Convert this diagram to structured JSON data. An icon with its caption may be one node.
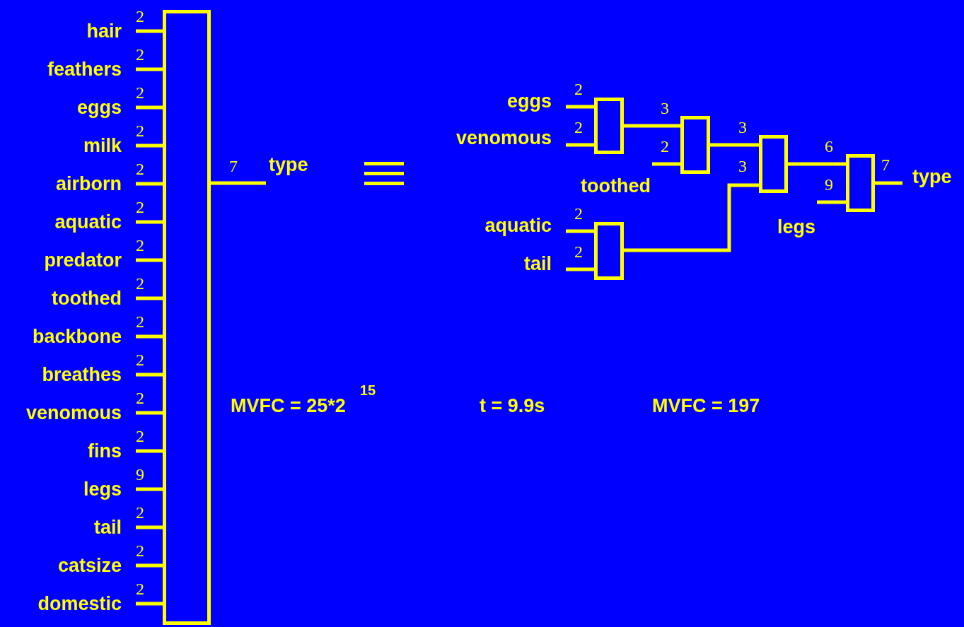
{
  "diagram": {
    "nodes": [
      {
        "text": [
          "hair"
        ]
      },
      {
        "text": [
          "feathers"
        ]
      },
      {
        "text": [
          "eggs"
        ]
      },
      {
        "text": [
          "milk"
        ]
      },
      {
        "text": [
          "airborn"
        ]
      },
      {
        "text": [
          "aquatic"
        ]
      },
      {
        "text": [
          "predator"
        ]
      },
      {
        "text": [
          "toothed"
        ]
      },
      {
        "text": [
          "backbone"
        ]
      },
      {
        "text": [
          "breathes"
        ]
      },
      {
        "text": [
          "venomous"
        ]
      },
      {
        "text": [
          "fins"
        ]
      },
      {
        "text": [
          "legs"
        ]
      },
      {
        "text": [
          "tail"
        ]
      },
      {
        "text": [
          "catsize"
        ]
      },
      {
        "text": [
          "domestic"
        ]
      },
      {
        "text": [],
        "shape": "box"
      },
      {
        "text": [
          "type"
        ]
      },
      {
        "text": [
          "eggs"
        ]
      },
      {
        "text": [
          "venomous"
        ]
      },
      {
        "text": [],
        "shape": "box"
      },
      {
        "text": [
          "toothed"
        ]
      },
      {
        "text": [],
        "shape": "box"
      },
      {
        "text": [
          "aquatic"
        ]
      },
      {
        "text": [
          "tail"
        ]
      },
      {
        "text": [],
        "shape": "box"
      },
      {
        "text": [],
        "shape": "box"
      },
      {
        "text": [
          "legs"
        ]
      },
      {
        "text": [],
        "shape": "box"
      },
      {
        "text": [
          "type"
        ]
      }
    ],
    "edges": [
      {
        "from": 0,
        "to": 16,
        "arrow": "none",
        "label": "2"
      },
      {
        "from": 1,
        "to": 16,
        "arrow": "none",
        "label": "2"
      },
      {
        "from": 2,
        "to": 16,
        "arrow": "none",
        "label": "2"
      },
      {
        "from": 3,
        "to": 16,
        "arrow": "none",
        "label": "2"
      },
      {
        "from": 4,
        "to": 16,
        "arrow": "none",
        "label": "2"
      },
      {
        "from": 5,
        "to": 16,
        "arrow": "none",
        "label": "2"
      },
      {
        "from": 6,
        "to": 16,
        "arrow": "none",
        "label": "2"
      },
      {
        "from": 7,
        "to": 16,
        "arrow": "none",
        "label": "2"
      },
      {
        "from": 8,
        "to": 16,
        "arrow": "none",
        "label": "2"
      },
      {
        "from": 9,
        "to": 16,
        "arrow": "none",
        "label": "2"
      },
      {
        "from": 10,
        "to": 16,
        "arrow": "none",
        "label": "2"
      },
      {
        "from": 11,
        "to": 16,
        "arrow": "none",
        "label": "2"
      },
      {
        "from": 12,
        "to": 16,
        "arrow": "none",
        "label": "9"
      },
      {
        "from": 13,
        "to": 16,
        "arrow": "none",
        "label": "2"
      },
      {
        "from": 14,
        "to": 16,
        "arrow": "none",
        "label": "2"
      },
      {
        "from": 15,
        "to": 16,
        "arrow": "none",
        "label": "2"
      },
      {
        "from": 16,
        "to": 17,
        "arrow": "none",
        "label": "7"
      },
      {
        "from": 18,
        "to": 20,
        "arrow": "none",
        "label": "2"
      },
      {
        "from": 19,
        "to": 20,
        "arrow": "none",
        "label": "2"
      },
      {
        "from": 20,
        "to": 22,
        "arrow": "none",
        "label": "3"
      },
      {
        "from": 21,
        "to": 22,
        "arrow": "none",
        "label": "2"
      },
      {
        "from": 22,
        "to": 26,
        "arrow": "none",
        "label": "3"
      },
      {
        "from": 25,
        "to": 26,
        "arrow": "none",
        "label": "3"
      },
      {
        "from": 23,
        "to": 25,
        "arrow": "none",
        "label": "2"
      },
      {
        "from": 24,
        "to": 25,
        "arrow": "none",
        "label": "2"
      },
      {
        "from": 26,
        "to": 28,
        "arrow": "none",
        "label": "6"
      },
      {
        "from": 27,
        "to": 28,
        "arrow": "none",
        "label": "9"
      },
      {
        "from": 28,
        "to": 29,
        "arrow": "none",
        "label": "7"
      }
    ],
    "labels": [
      "MVFC = 25*2$^{15}$",
      "t = 9.9s",
      "MVFC = 197"
    ]
  }
}
